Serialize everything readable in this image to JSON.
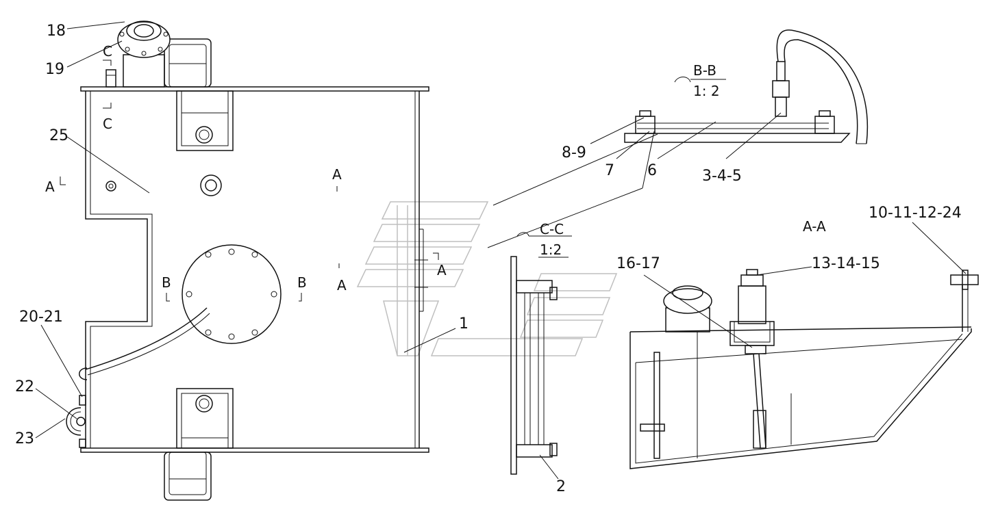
{
  "labels": {
    "p18": "18",
    "p19": "19",
    "p25": "25",
    "p20_21": "20-21",
    "p22": "22",
    "p23": "23",
    "p1": "1",
    "p2": "2",
    "p8_9": "8-9",
    "p7": "7",
    "p6": "6",
    "p3_4_5": "3-4-5",
    "p16_17": "16-17",
    "p13_14_15": "13-14-15",
    "p10_11_12_24": "10-11-12-24"
  },
  "section_marks": {
    "a_left": "A",
    "a_top": "A",
    "a_mid": "A",
    "a_right": "A",
    "b_left": "B",
    "b_right": "B",
    "c_top": "C",
    "c_bottom": "C"
  },
  "views": {
    "bb_title": "B-B",
    "bb_scale": "1: 2",
    "cc_title": "C-C",
    "cc_scale": "1:2",
    "aa_title": "A-A"
  },
  "colors": {
    "line": "#111111",
    "watermark": "#bfbfbf",
    "background": "#ffffff"
  }
}
